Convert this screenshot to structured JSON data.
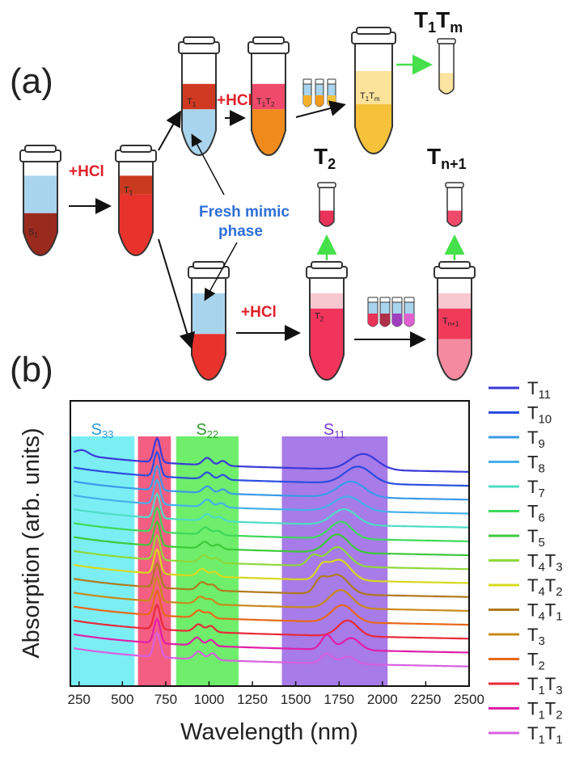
{
  "panel_a": {
    "label": "(a)",
    "reagent": "+HCl",
    "fresh_phase_line1": "Fresh mimic",
    "fresh_phase_line2": "phase",
    "tube_labels": {
      "s1": "S1",
      "t1_a": "T1",
      "t1_b": "T1",
      "t1t2": "T1T2",
      "t1tm": "T1Tm",
      "t2": "T2",
      "tn1": "Tn+1"
    },
    "product_labels": {
      "t1tm": "T1Tm",
      "t2": "T2",
      "tn1": "Tn+1"
    },
    "colors": {
      "blue_phase": "#a9d4ee",
      "dark_red": "#9a2a1e",
      "red": "#e8332c",
      "orange": "#f08a1c",
      "yellow": "#f6c23a",
      "pink": "#f06a86",
      "arrow_green": "#45e04a"
    }
  },
  "panel_b": {
    "label": "(b)"
  },
  "chart_data": {
    "type": "line",
    "xlabel": "Wavelength (nm)",
    "ylabel": "Absorption (arb. units)",
    "xlim": [
      200,
      2500
    ],
    "xticks": [
      "250",
      "500",
      "750",
      "1000",
      "1250",
      "1500",
      "1750",
      "2000",
      "2250",
      "2500"
    ],
    "regions": [
      {
        "name": "S33",
        "x0": 200,
        "x1": 570,
        "color": "#4fe8f0"
      },
      {
        "name": "",
        "x0": 590,
        "x1": 780,
        "color": "#f0285a"
      },
      {
        "name": "S22",
        "x0": 810,
        "x1": 1170,
        "color": "#3ee83a"
      },
      {
        "name": "S11",
        "x0": 1420,
        "x1": 2030,
        "color": "#8a4fe0"
      }
    ],
    "series": [
      {
        "name": "T11",
        "color": "#3a3ad8",
        "offset": 14,
        "peaks": [
          [
            270,
            0.8,
            50
          ],
          [
            700,
            4,
            25
          ],
          [
            990,
            1.2,
            35
          ],
          [
            1080,
            0.8,
            30
          ],
          [
            1890,
            2.6,
            110
          ]
        ]
      },
      {
        "name": "T10",
        "color": "#2a4ee0",
        "offset": 13,
        "peaks": [
          [
            700,
            4,
            25
          ],
          [
            990,
            1.1,
            35
          ],
          [
            1080,
            0.8,
            30
          ],
          [
            1860,
            2.8,
            110
          ]
        ]
      },
      {
        "name": "T9",
        "color": "#3a9ae8",
        "offset": 12,
        "peaks": [
          [
            700,
            4,
            25
          ],
          [
            990,
            1.1,
            35
          ],
          [
            1080,
            0.7,
            30
          ],
          [
            1820,
            2.6,
            110
          ]
        ]
      },
      {
        "name": "T8",
        "color": "#45b0ea",
        "offset": 11,
        "peaks": [
          [
            700,
            4,
            25
          ],
          [
            990,
            1.2,
            35
          ],
          [
            1070,
            0.7,
            30
          ],
          [
            1800,
            2.4,
            110
          ]
        ]
      },
      {
        "name": "T7",
        "color": "#4edcc6",
        "offset": 10,
        "peaks": [
          [
            700,
            4,
            25
          ],
          [
            990,
            1.1,
            35
          ],
          [
            1060,
            0.7,
            30
          ],
          [
            1780,
            2.6,
            100
          ]
        ]
      },
      {
        "name": "T6",
        "color": "#3ed85a",
        "offset": 9,
        "peaks": [
          [
            700,
            4,
            25
          ],
          [
            980,
            1.2,
            35
          ],
          [
            1050,
            0.7,
            30
          ],
          [
            1760,
            2.8,
            90
          ]
        ]
      },
      {
        "name": "T5",
        "color": "#3ec83a",
        "offset": 8,
        "peaks": [
          [
            700,
            4,
            25
          ],
          [
            975,
            1.1,
            35
          ],
          [
            1050,
            0.7,
            30
          ],
          [
            1740,
            3.0,
            90
          ]
        ]
      },
      {
        "name": "T4T3",
        "color": "#8ed83a",
        "offset": 7,
        "peaks": [
          [
            700,
            4,
            25
          ],
          [
            970,
            1.2,
            35
          ],
          [
            1040,
            0.8,
            30
          ],
          [
            1600,
            1.6,
            45
          ],
          [
            1740,
            3.2,
            90
          ]
        ]
      },
      {
        "name": "T4T2",
        "color": "#d8d81e",
        "offset": 6,
        "peaks": [
          [
            700,
            4,
            25
          ],
          [
            960,
            1.2,
            35
          ],
          [
            1030,
            0.8,
            30
          ],
          [
            1650,
            1.8,
            45
          ],
          [
            1750,
            3.4,
            90
          ]
        ]
      },
      {
        "name": "T4T1",
        "color": "#b07a1e",
        "offset": 5,
        "peaks": [
          [
            700,
            4,
            25
          ],
          [
            960,
            1.3,
            35
          ],
          [
            1020,
            0.9,
            30
          ],
          [
            1640,
            1.8,
            45
          ],
          [
            1740,
            3.2,
            90
          ]
        ]
      },
      {
        "name": "T3",
        "color": "#c88a1a",
        "offset": 4,
        "peaks": [
          [
            700,
            4,
            25
          ],
          [
            950,
            1.2,
            35
          ],
          [
            1010,
            0.8,
            30
          ],
          [
            1760,
            3.0,
            90
          ]
        ]
      },
      {
        "name": "T2",
        "color": "#e8681a",
        "offset": 3,
        "peaks": [
          [
            700,
            4,
            25
          ],
          [
            940,
            1.2,
            35
          ],
          [
            1000,
            0.9,
            30
          ],
          [
            1770,
            2.8,
            90
          ]
        ]
      },
      {
        "name": "T1T3",
        "color": "#e82a3a",
        "offset": 2,
        "peaks": [
          [
            700,
            4,
            25
          ],
          [
            940,
            1.2,
            35
          ],
          [
            1010,
            1.0,
            30
          ],
          [
            1800,
            2.6,
            80
          ]
        ]
      },
      {
        "name": "T1T2",
        "color": "#e01ea8",
        "offset": 1,
        "peaks": [
          [
            700,
            4,
            25
          ],
          [
            930,
            1.3,
            35
          ],
          [
            1010,
            1.0,
            30
          ],
          [
            1680,
            2.4,
            45
          ],
          [
            1820,
            2.0,
            70
          ]
        ]
      },
      {
        "name": "T1T1",
        "color": "#d860e0",
        "offset": 0,
        "peaks": [
          [
            700,
            4,
            25
          ],
          [
            940,
            1.3,
            35
          ],
          [
            1020,
            1.1,
            30
          ],
          [
            1680,
            1.6,
            45
          ],
          [
            1800,
            1.2,
            60
          ]
        ]
      }
    ]
  }
}
